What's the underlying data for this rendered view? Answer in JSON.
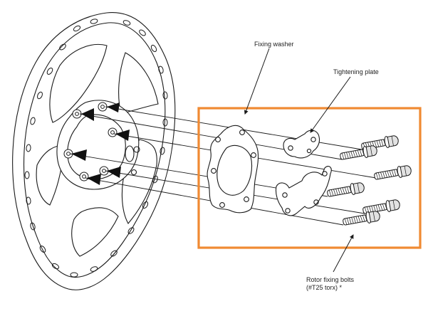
{
  "labels": {
    "fixing_washer": "Fixing washer",
    "tightening_plate": "Tightening plate",
    "rotor_bolts_line1": "Rotor fixing bolts",
    "rotor_bolts_line2": "(#T25 torx) *"
  },
  "colors": {
    "highlight_box": "#f08a32",
    "line": "#1a1a1a",
    "part_fill": "#ffffff",
    "bolt_fill": "#e2e2e2"
  }
}
